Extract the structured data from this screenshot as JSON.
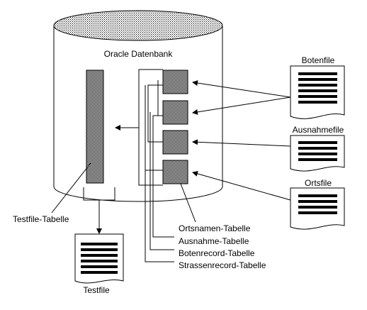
{
  "database": {
    "title": "Oracle Datenbank"
  },
  "documents": {
    "botenfile": "Botenfile",
    "ausnahmefile": "Ausnahmefile",
    "ortsfile": "Ortsfile",
    "testfile": "Testfile"
  },
  "labels": {
    "testfile_tabelle": "Testfile-Tabelle",
    "ortsnamen_tabelle": "Ortsnamen-Tabelle",
    "ausnahme_tabelle": "Ausnahme-Tabelle",
    "botenrecord_tabelle": "Botenrecord-Tabelle",
    "strassenrecord_tabelle": "Strassenrecord-Tabelle"
  }
}
